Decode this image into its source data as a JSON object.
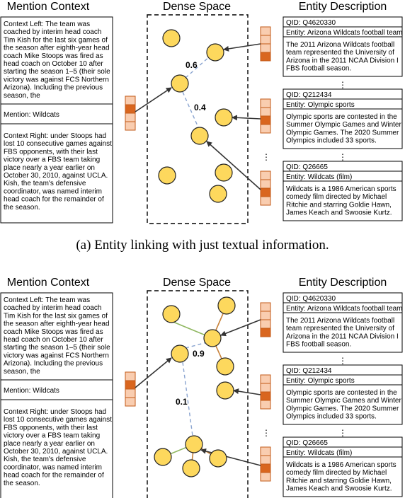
{
  "headers": {
    "mention": "Mention Context",
    "dense": "Dense Space",
    "entity": "Entity Description"
  },
  "mention": {
    "left_lines": [
      "Context Left: The team was",
      "coached by interim head coach",
      "Tim Kish for the last six games of",
      "the season after eighth-year head",
      "coach Mike Stoops was fired as",
      "head coach on October 10 after",
      "starting the season 1–5 (their sole",
      "victory was against FCS Northern",
      "Arizona). Including the previous",
      "season, the"
    ],
    "mention_text": "Mention: Wildcats",
    "right_lines": [
      "Context Right: under Stoops had",
      "lost 10 consecutive games against",
      "FBS opponents, with their last",
      "victory over a FBS team taking",
      "place nearly a year earlier on",
      "October 30, 2010, against UCLA.",
      "Kish, the team's defensive",
      "coordinator, was named interim",
      "head coach for the remainder of",
      "the season."
    ]
  },
  "entities": [
    {
      "qid": "QID: Q4620330",
      "entity": "Entity: Arizona Wildcats football team",
      "desc_lines": [
        "The 2011 Arizona Wildcats football",
        "team represented the University of",
        "Arizona in the 2011 NCAA Division I",
        "FBS football season."
      ]
    },
    {
      "qid": "QID: Q212434",
      "entity": "Entity: Olympic sports",
      "desc_lines": [
        "Olympic sports are contested in the",
        "Summer Olympic Games and Winter",
        "Olympic Games. The 2020 Summer",
        "Olympics included 33 sports."
      ]
    },
    {
      "qid": "QID: Q26665",
      "entity": "Entity: Wildcats (film)",
      "desc_lines": [
        "Wildcats is a 1986 American sports",
        "comedy film directed by Michael",
        "Ritchie and starring Goldie Hawn,",
        "James Keach and Swoosie Kurtz."
      ]
    }
  ],
  "ellipsis": "⋮",
  "panels": [
    {
      "caption": "(a)  Entity linking with just textual information.",
      "score_high": "0.6",
      "score_low": "0.4"
    },
    {
      "caption": "",
      "score_high": "0.9",
      "score_low": "0.1"
    }
  ],
  "colors": {
    "node_fill": "#fdd85d",
    "node_stroke": "#222222",
    "vec_light": "#f9cdb0",
    "vec_dark": "#d9661f",
    "vec_stroke": "#c25a18",
    "edge_orange": "#c8823a",
    "edge_green": "#8fb760",
    "dashed": "#8aa4d0"
  }
}
